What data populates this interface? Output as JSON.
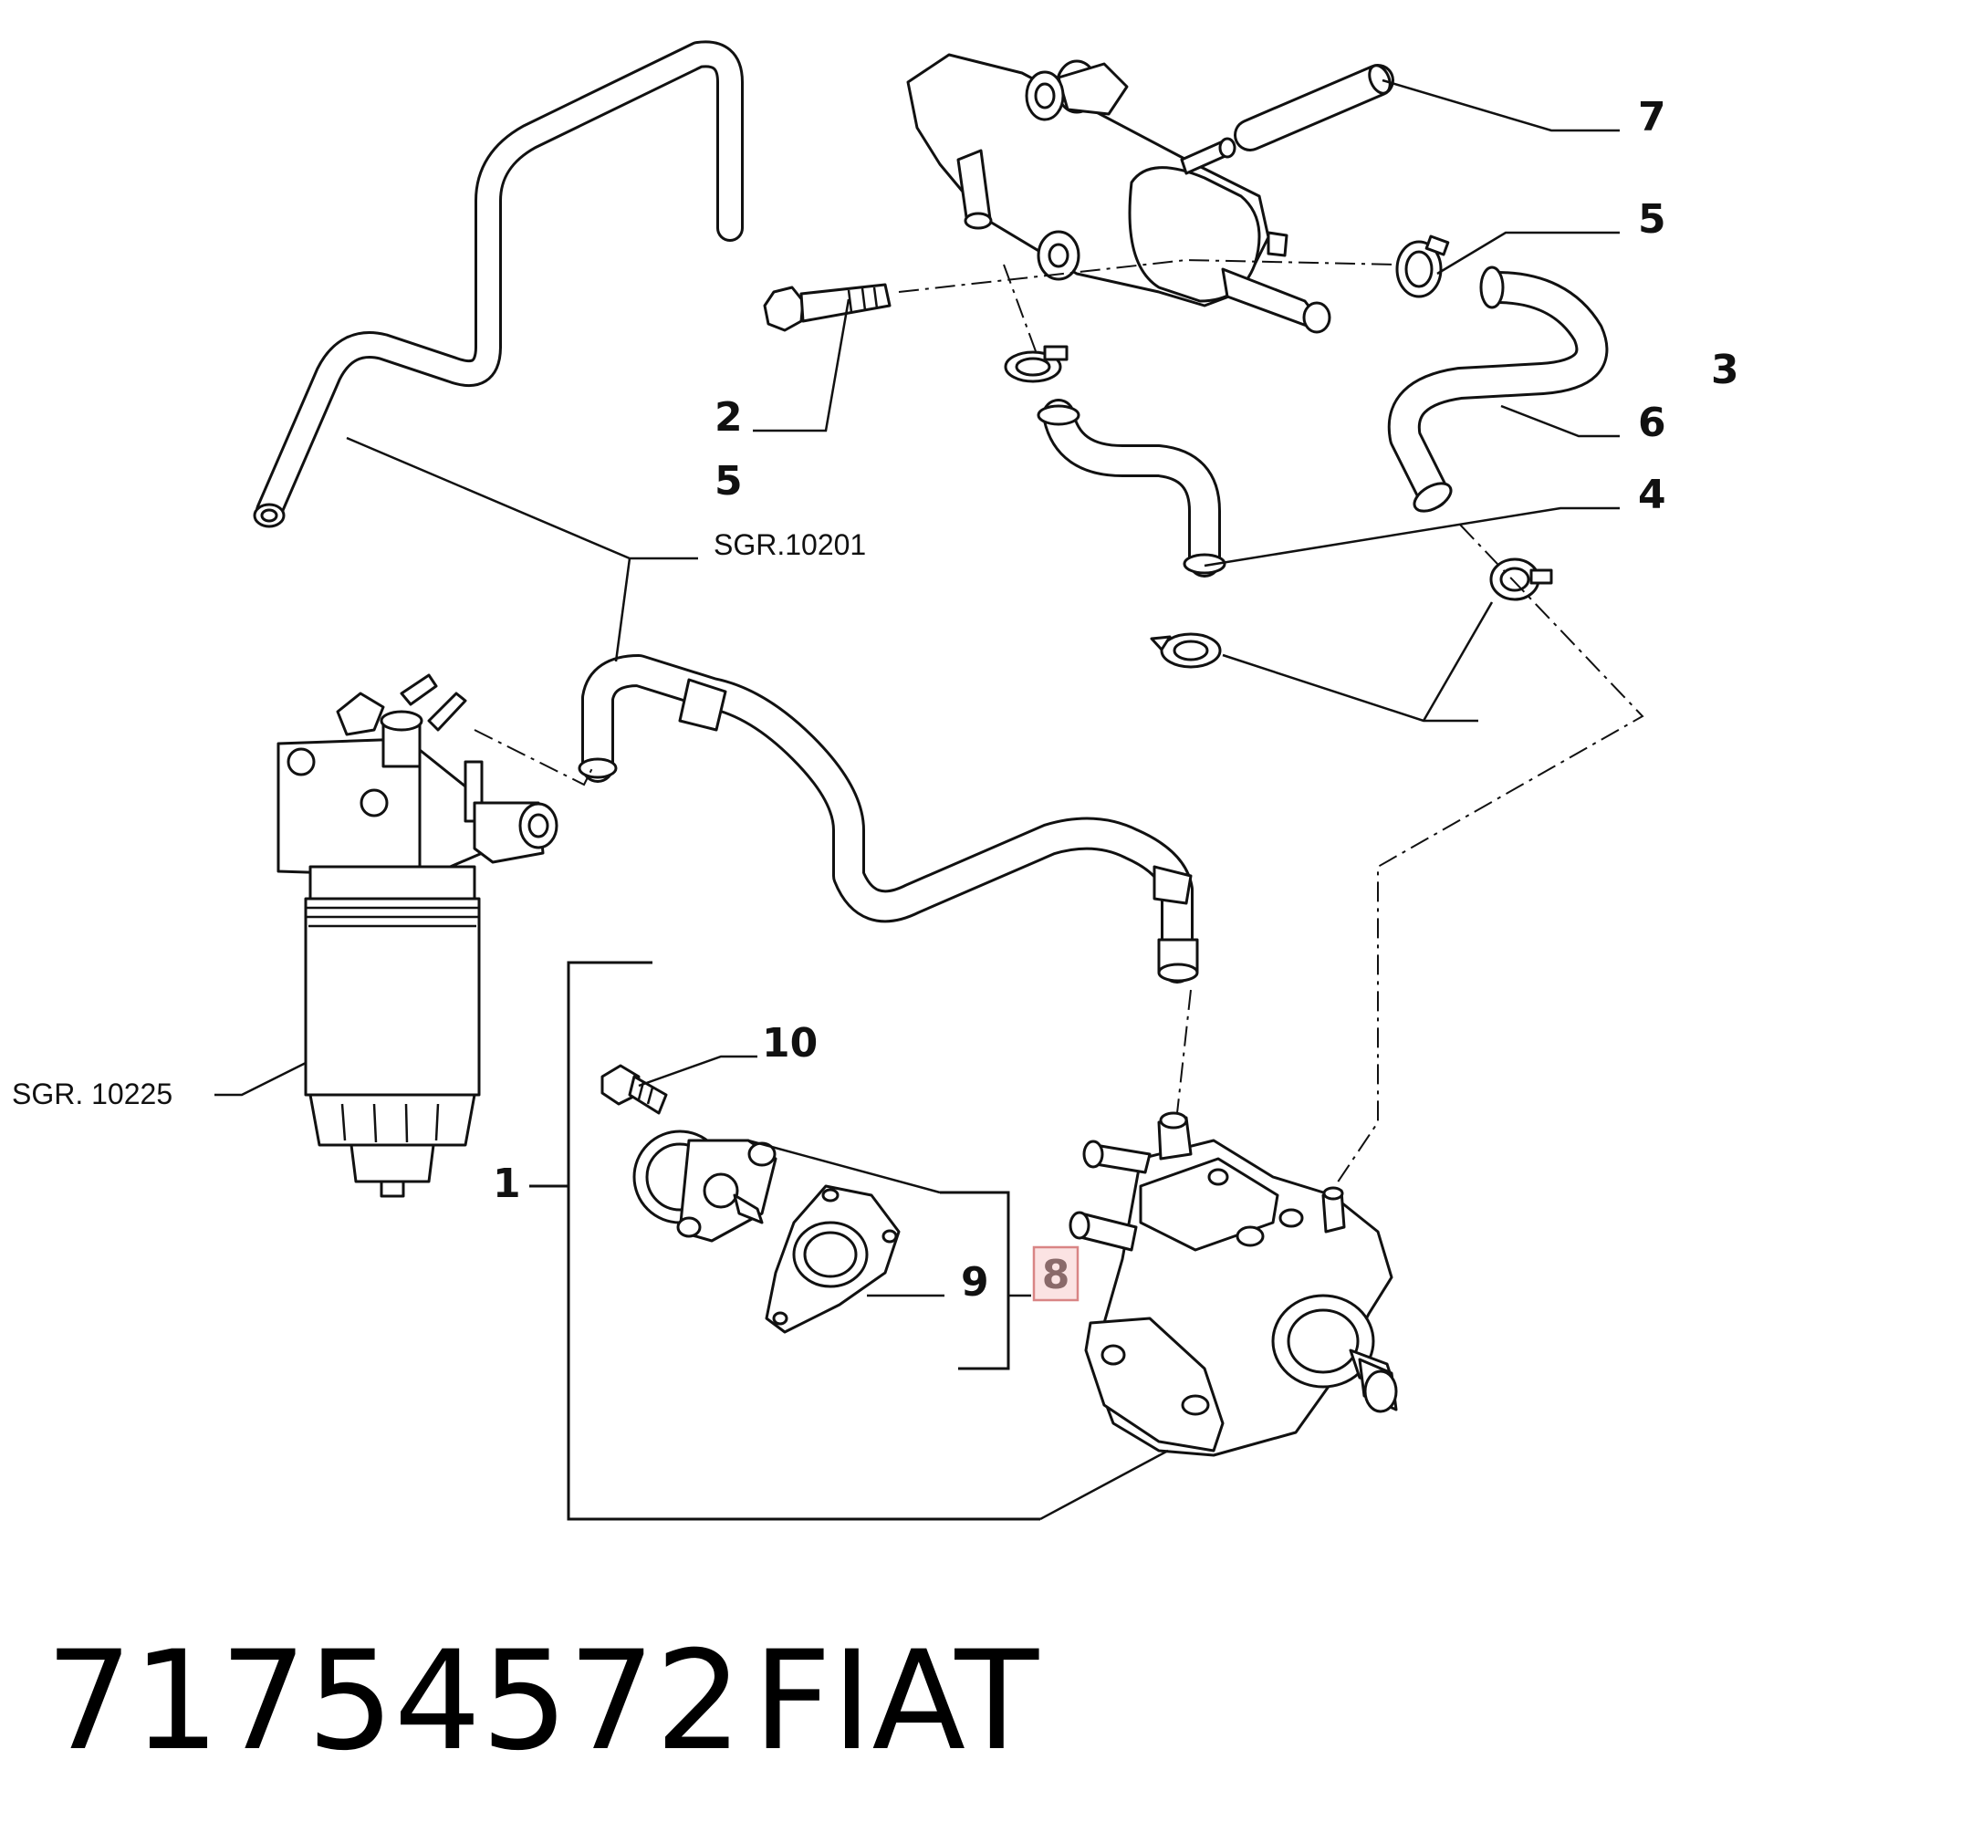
{
  "callouts": {
    "c1": "1",
    "c2": "2",
    "c3": "3",
    "c4": "4",
    "c5_top": "5",
    "c5_left": "5",
    "c6": "6",
    "c7": "7",
    "c8": "8",
    "c9": "9",
    "c10": "10"
  },
  "refs": {
    "sgr_10201": "SGR.10201",
    "sgr_10225": "SGR. 10225"
  },
  "highlight": {
    "callout": "8",
    "fill": "#fbe3e3",
    "border": "#d98585"
  },
  "footer": {
    "part_number": "71754572",
    "brand": "FIAT"
  }
}
